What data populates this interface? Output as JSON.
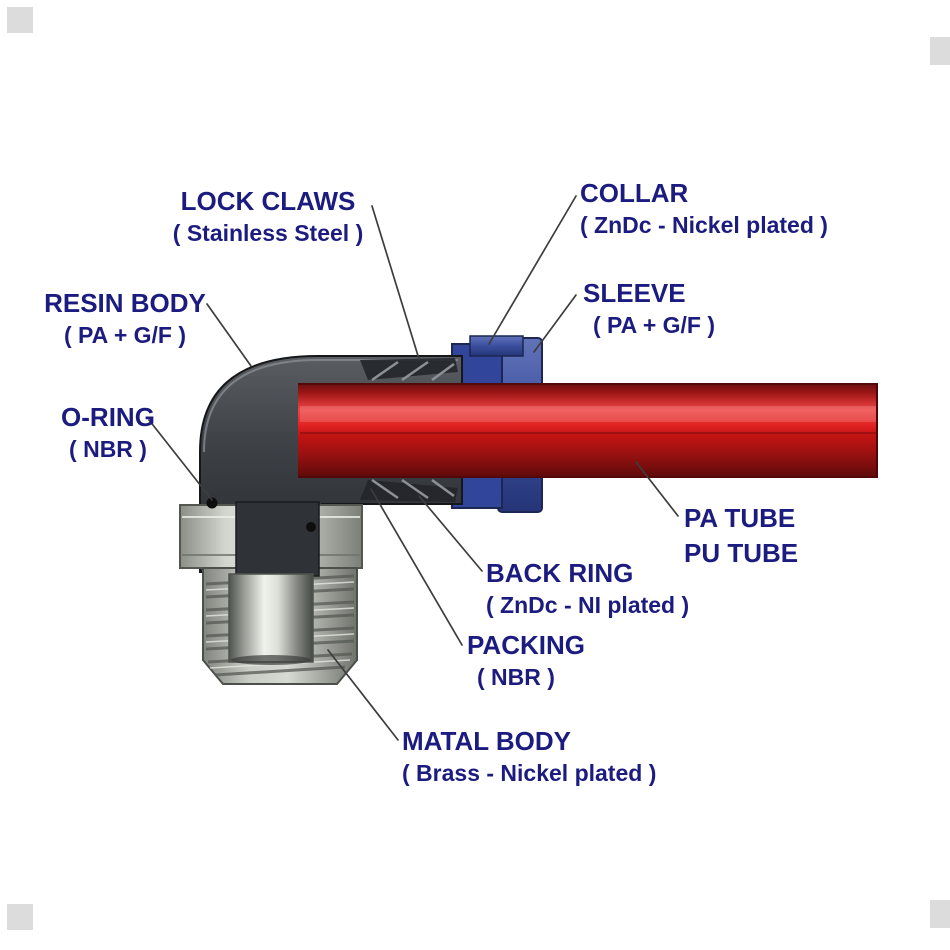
{
  "diagram": {
    "type": "technical-cutaway",
    "label_color": "#1c1c80",
    "labels": [
      {
        "id": "lock-claws",
        "title": "LOCK CLAWS",
        "subtitle": "( Stainless Steel )"
      },
      {
        "id": "collar",
        "title": "COLLAR",
        "subtitle": "( ZnDc - Nickel plated )"
      },
      {
        "id": "sleeve",
        "title": "SLEEVE",
        "subtitle": "( PA + G/F )"
      },
      {
        "id": "resin-body",
        "title": "RESIN BODY",
        "subtitle": "( PA + G/F )"
      },
      {
        "id": "o-ring",
        "title": "O-RING",
        "subtitle": "( NBR )"
      },
      {
        "id": "pa-tube",
        "title": "PA TUBE",
        "subtitle": "PU TUBE"
      },
      {
        "id": "back-ring",
        "title": "BACK RING",
        "subtitle": "( ZnDc - NI plated )"
      },
      {
        "id": "packing",
        "title": "PACKING",
        "subtitle": "( NBR )"
      },
      {
        "id": "metal-body",
        "title": "MATAL BODY",
        "subtitle": "( Brass - Nickel plated )"
      }
    ],
    "part_colors": {
      "tube": "#d21717",
      "resin_body": "#3c4044",
      "collar": "#35489a",
      "sleeve": "#4056a3",
      "metal": "#b6bab4"
    }
  }
}
